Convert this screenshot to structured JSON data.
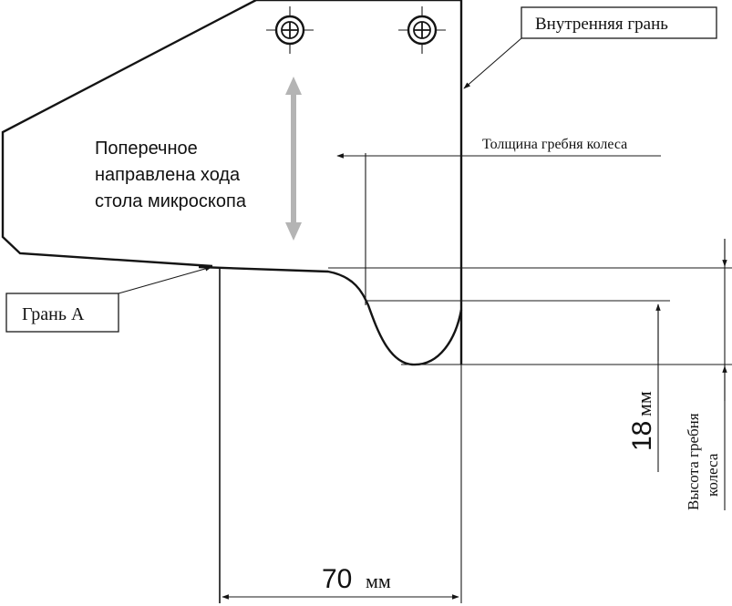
{
  "labels": {
    "inner_face": "Внутренняя грань",
    "face_a": "Грань А",
    "flange_thickness": "Толщина гребня колеса",
    "traverse_line1": "Поперечное",
    "traverse_line2": "направлена хода",
    "traverse_line3": "стола микроскопа",
    "flange_height_line1": "Высота гребня",
    "flange_height_line2": "колеса"
  },
  "dimensions": {
    "width_value": "70",
    "width_unit": "мм",
    "height_value": "18",
    "height_unit": "мм"
  },
  "colors": {
    "line": "#141414",
    "arrow_gray": "#b4b4b4"
  },
  "icons": [
    "screw-icon",
    "screw-icon",
    "double-arrow-icon"
  ]
}
